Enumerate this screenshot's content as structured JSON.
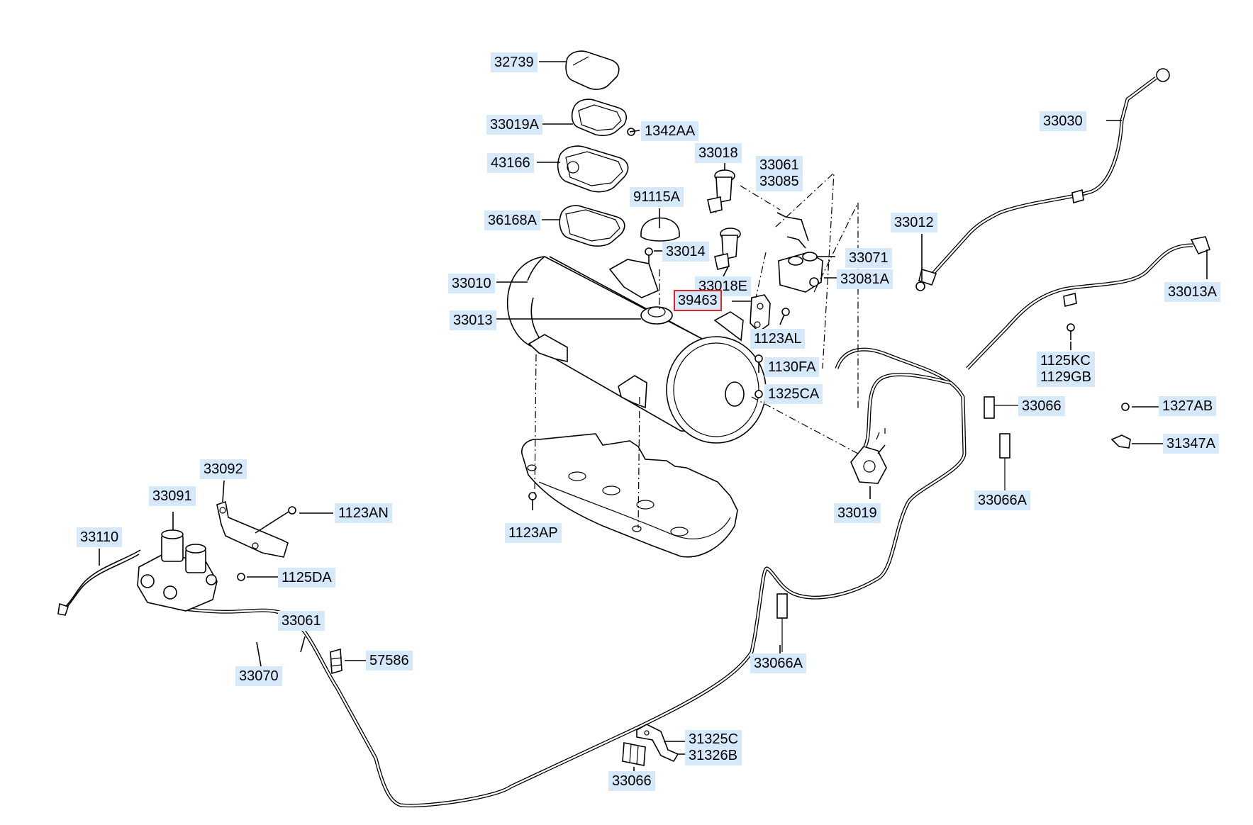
{
  "diagram": {
    "highlight_color": "#d9232d",
    "label_bg": "#d6e9fb",
    "labels": [
      {
        "id": "l32739",
        "lines": [
          "32739"
        ]
      },
      {
        "id": "l33019A",
        "lines": [
          "33019A"
        ]
      },
      {
        "id": "l1342AA",
        "lines": [
          "1342AA"
        ]
      },
      {
        "id": "l43166",
        "lines": [
          "43166"
        ]
      },
      {
        "id": "l36168A",
        "lines": [
          "36168A"
        ]
      },
      {
        "id": "l91115A",
        "lines": [
          "91115A"
        ]
      },
      {
        "id": "l33014",
        "lines": [
          "33014"
        ]
      },
      {
        "id": "l33018",
        "lines": [
          "33018"
        ]
      },
      {
        "id": "l33061_33085",
        "lines": [
          "33061",
          "33085"
        ]
      },
      {
        "id": "l33030",
        "lines": [
          "33030"
        ]
      },
      {
        "id": "l33012",
        "lines": [
          "33012"
        ]
      },
      {
        "id": "l33071",
        "lines": [
          "33071"
        ]
      },
      {
        "id": "l33081A",
        "lines": [
          "33081A"
        ]
      },
      {
        "id": "l33018E",
        "lines": [
          "33018E"
        ]
      },
      {
        "id": "l39463",
        "lines": [
          "39463"
        ],
        "selected": true
      },
      {
        "id": "l33010",
        "lines": [
          "33010"
        ]
      },
      {
        "id": "l33013",
        "lines": [
          "33013"
        ]
      },
      {
        "id": "l1123AL",
        "lines": [
          "1123AL"
        ]
      },
      {
        "id": "l1130FA",
        "lines": [
          "1130FA"
        ]
      },
      {
        "id": "l1325CA",
        "lines": [
          "1325CA"
        ]
      },
      {
        "id": "l33013A",
        "lines": [
          "33013A"
        ]
      },
      {
        "id": "l1125KC_1129GB",
        "lines": [
          "1125KC",
          "1129GB"
        ]
      },
      {
        "id": "l33066_top",
        "lines": [
          "33066"
        ]
      },
      {
        "id": "l1327AB",
        "lines": [
          "1327AB"
        ]
      },
      {
        "id": "l31347A",
        "lines": [
          "31347A"
        ]
      },
      {
        "id": "l33066A_right",
        "lines": [
          "33066A"
        ]
      },
      {
        "id": "l33019",
        "lines": [
          "33019"
        ]
      },
      {
        "id": "l1123AP",
        "lines": [
          "1123AP"
        ]
      },
      {
        "id": "l33092",
        "lines": [
          "33092"
        ]
      },
      {
        "id": "l33091",
        "lines": [
          "33091"
        ]
      },
      {
        "id": "l1123AN",
        "lines": [
          "1123AN"
        ]
      },
      {
        "id": "l33110",
        "lines": [
          "33110"
        ]
      },
      {
        "id": "l1125DA",
        "lines": [
          "1125DA"
        ]
      },
      {
        "id": "l33061_bottom",
        "lines": [
          "33061"
        ]
      },
      {
        "id": "l57586",
        "lines": [
          "57586"
        ]
      },
      {
        "id": "l33070",
        "lines": [
          "33070"
        ]
      },
      {
        "id": "l33066A_mid",
        "lines": [
          "33066A"
        ]
      },
      {
        "id": "l31325C_31326B",
        "lines": [
          "31325C",
          "31326B"
        ]
      },
      {
        "id": "l33066_bottom",
        "lines": [
          "33066"
        ]
      }
    ]
  }
}
